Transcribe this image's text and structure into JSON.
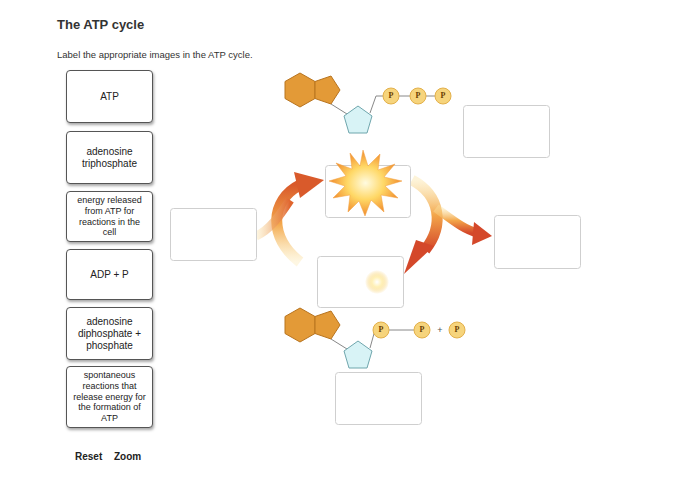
{
  "diagram": {
    "title": "The ATP cycle",
    "nodes": [
      {
        "text": [
          "ATP"
        ]
      },
      {
        "text": [
          "adenosine triphosphate"
        ]
      },
      {
        "text": [
          "energy released from ATP for reactions in the cell"
        ]
      },
      {
        "text": [
          "ADP + P"
        ]
      },
      {
        "text": [
          "adenosine diphosphate + phosphate"
        ]
      },
      {
        "text": [
          "spontaneous reactions that release energy for the formation of ATP"
        ]
      }
    ],
    "labels": [
      "Label the appropriate images in the ATP cycle.",
      "P",
      "P",
      "P",
      "P",
      "P",
      "+",
      "P",
      "Reset",
      "Zoom"
    ]
  }
}
